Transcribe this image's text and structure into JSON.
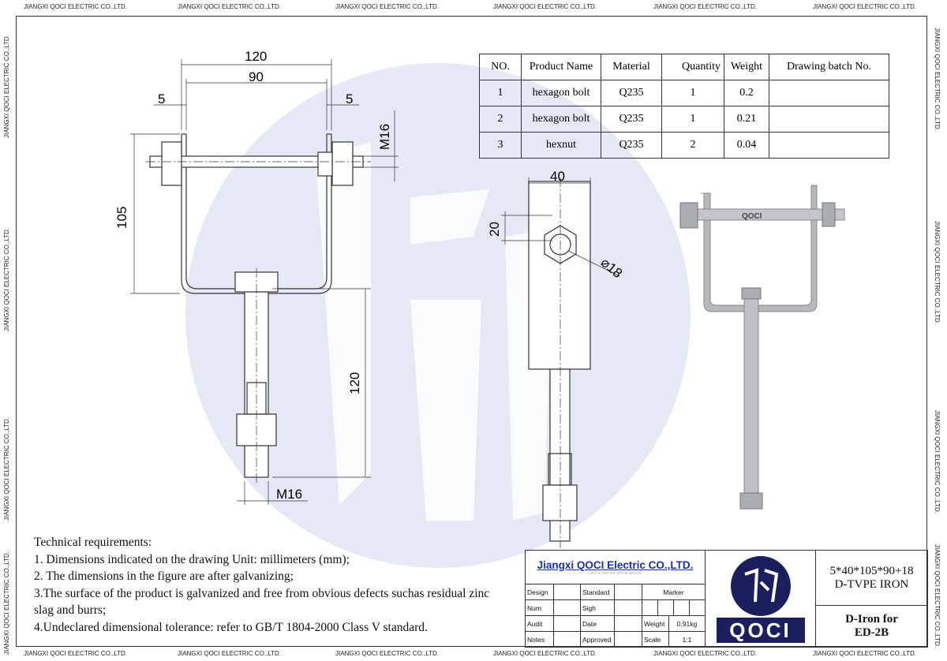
{
  "watermark": "JIANGXI QOCI ELECTRIC CO.,LTD.",
  "parts_table": {
    "headers": [
      "NO.",
      "Product Name",
      "Material",
      "Quantity",
      "Weight",
      "Drawing batch No."
    ],
    "rows": [
      [
        "1",
        "hexagon bolt",
        "Q235",
        "1",
        "0.2",
        ""
      ],
      [
        "2",
        "hexagon bolt",
        "Q235",
        "1",
        "0.21",
        ""
      ],
      [
        "3",
        "hexnut",
        "Q235",
        "2",
        "0.04",
        ""
      ]
    ]
  },
  "dimensions": {
    "w120": "120",
    "w90": "90",
    "d5a": "5",
    "d5b": "5",
    "m16a": "M16",
    "h105": "105",
    "h120": "120",
    "m16b": "M16",
    "w40": "40",
    "h20": "20",
    "dia18": "⌀18"
  },
  "photo_label": "QOCI",
  "technical": {
    "title": "Technical requirements:",
    "items": [
      "1. Dimensions indicated on the drawing Unit: millimeters (mm);",
      "2. The dimensions in the figure are after galvanizing;",
      "3.The surface of the product is galvanized and free from obvious defects suchas residual zinc slag and burrs;",
      "4.Undeclared dimensional tolerance: refer to GB/T 1804-2000 Class V standard."
    ]
  },
  "title_block": {
    "company": "Jiangxi QOCI Electric CO.,LTD.",
    "company_sub": "Click to visit the official website",
    "design": "Design",
    "standard": "Standard",
    "marker": "Marker",
    "num": "Num",
    "sigh": "Sigh",
    "audit": "Audit",
    "date": "Date",
    "weight_label": "Weight",
    "weight": "0.91kg",
    "notes": "Notes",
    "approved": "Approved",
    "scale_label": "Scale",
    "scale": "1:1",
    "logo_text": "QOCI",
    "spec": "5*40*105*90+18",
    "type": "D-TVPE IRON",
    "name1": "D-Iron for",
    "name2": "ED-2B"
  },
  "colors": {
    "brand": "#1b1f5e",
    "link": "#1a2fb0",
    "watermark_bg": "#dde3f2"
  }
}
